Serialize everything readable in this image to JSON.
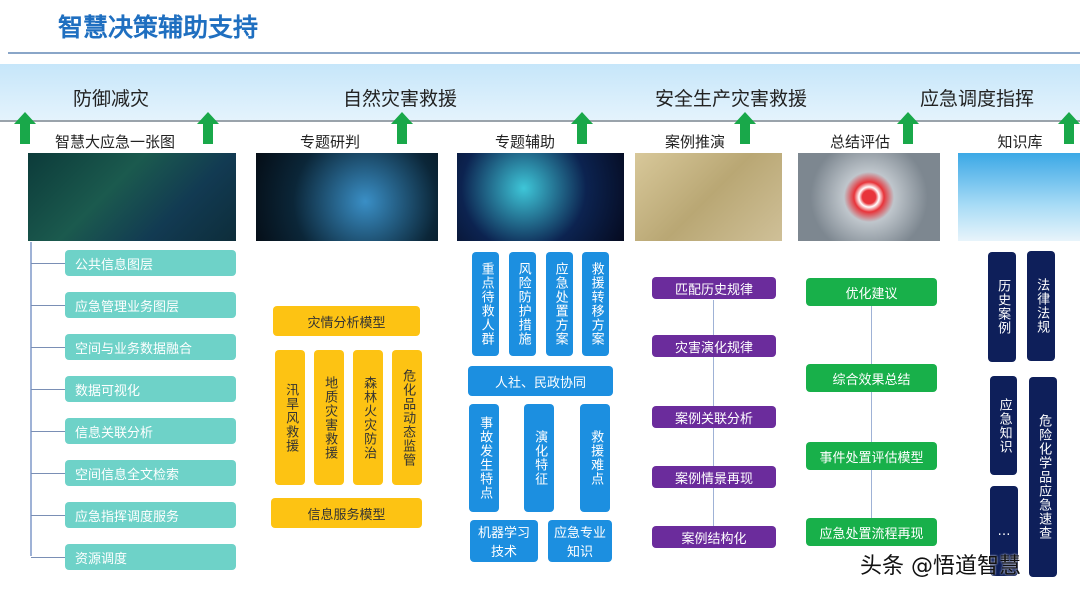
{
  "title": "智慧决策辅助支持",
  "categories": [
    "防御减灾",
    "自然灾害救援",
    "安全生产灾害救援",
    "应急调度指挥"
  ],
  "columns": [
    "智慧大应急一张图",
    "专题研判",
    "专题辅助",
    "案例推演",
    "总结评估",
    "知识库"
  ],
  "col1_items": [
    "公共信息图层",
    "应急管理业务图层",
    "空间与业务数据融合",
    "数据可视化",
    "信息关联分析",
    "空间信息全文检索",
    "应急指挥调度服务",
    "资源调度"
  ],
  "col2": {
    "top": "灾情分析模型",
    "items": [
      "汛旱风救援",
      "地质灾害救援",
      "森林火灾防治",
      "危化品动态监管"
    ],
    "bottom": "信息服务模型"
  },
  "col3": {
    "top": [
      "重点待救人群",
      "风险防护措施",
      "应急处置方案",
      "救援转移方案"
    ],
    "middle": "人社、民政协同",
    "lower": [
      "事故发生特点",
      "演化特征",
      "救援难点"
    ],
    "bottom": [
      "机器学习技术",
      "应急专业知识"
    ]
  },
  "col4": [
    "匹配历史规律",
    "灾害演化规律",
    "案例关联分析",
    "案例情景再现",
    "案例结构化"
  ],
  "col5": [
    "优化建议",
    "综合效果总结",
    "事件处置评估模型",
    "应急处置流程再现"
  ],
  "col6": [
    "历史案例",
    "法律法规",
    "应急知识",
    "危险化学品应急速查",
    "…"
  ],
  "watermark": "头条 @悟道智慧",
  "colors": {
    "title": "#1f6fc0",
    "arrow": "#19a84a",
    "teal": "#6ed2c8",
    "yellow": "#fdc313",
    "blue": "#1c8fe0",
    "purple": "#6b2c9c",
    "green": "#18b04a",
    "navy": "#0e1f5a"
  }
}
